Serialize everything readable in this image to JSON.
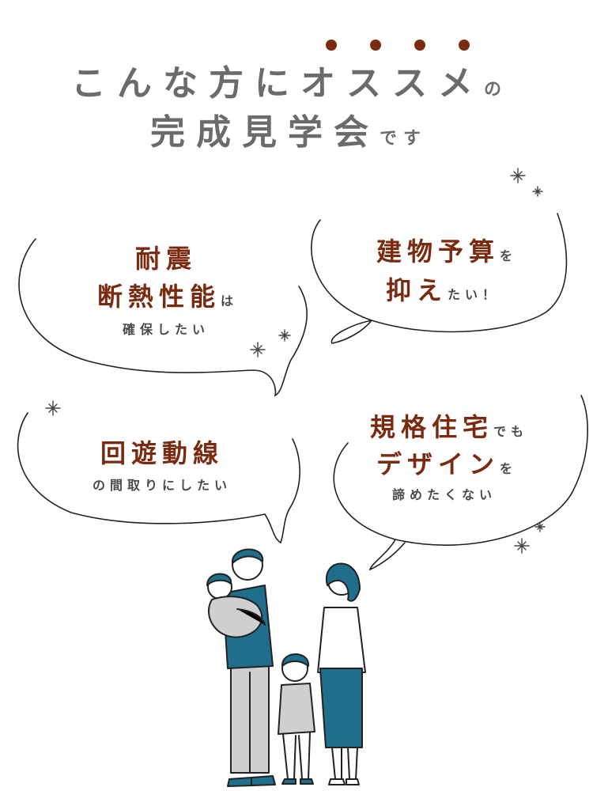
{
  "title": {
    "line1_main": "こんな方にオススメ",
    "line1_suffix": "の",
    "line2_main": "完成見学会",
    "line2_suffix": "です"
  },
  "bubbles": {
    "earthquake": {
      "line1": "耐震",
      "line2": "断熱性能",
      "line2_suffix": "は",
      "sub": "確保したい"
    },
    "budget": {
      "line1": "建物予算",
      "line1_suffix": "を",
      "line2": "抑え",
      "line2_suffix": "たい！"
    },
    "circulation": {
      "line1": "回遊動線",
      "sub": "の間取りにしたい"
    },
    "design": {
      "line1": "規格住宅",
      "line1_suffix": "でも",
      "line2": "デザイン",
      "line2_suffix": "を",
      "sub": "諦めたくない"
    }
  },
  "icons": [
    "sparkle-icon",
    "family-illustration"
  ],
  "colors": {
    "accent": "#7a2a0e",
    "title_gray": "#6b6b6b",
    "teal": "#1f6e8c",
    "gray_fill": "#cfcfcf",
    "outline": "#222222"
  }
}
